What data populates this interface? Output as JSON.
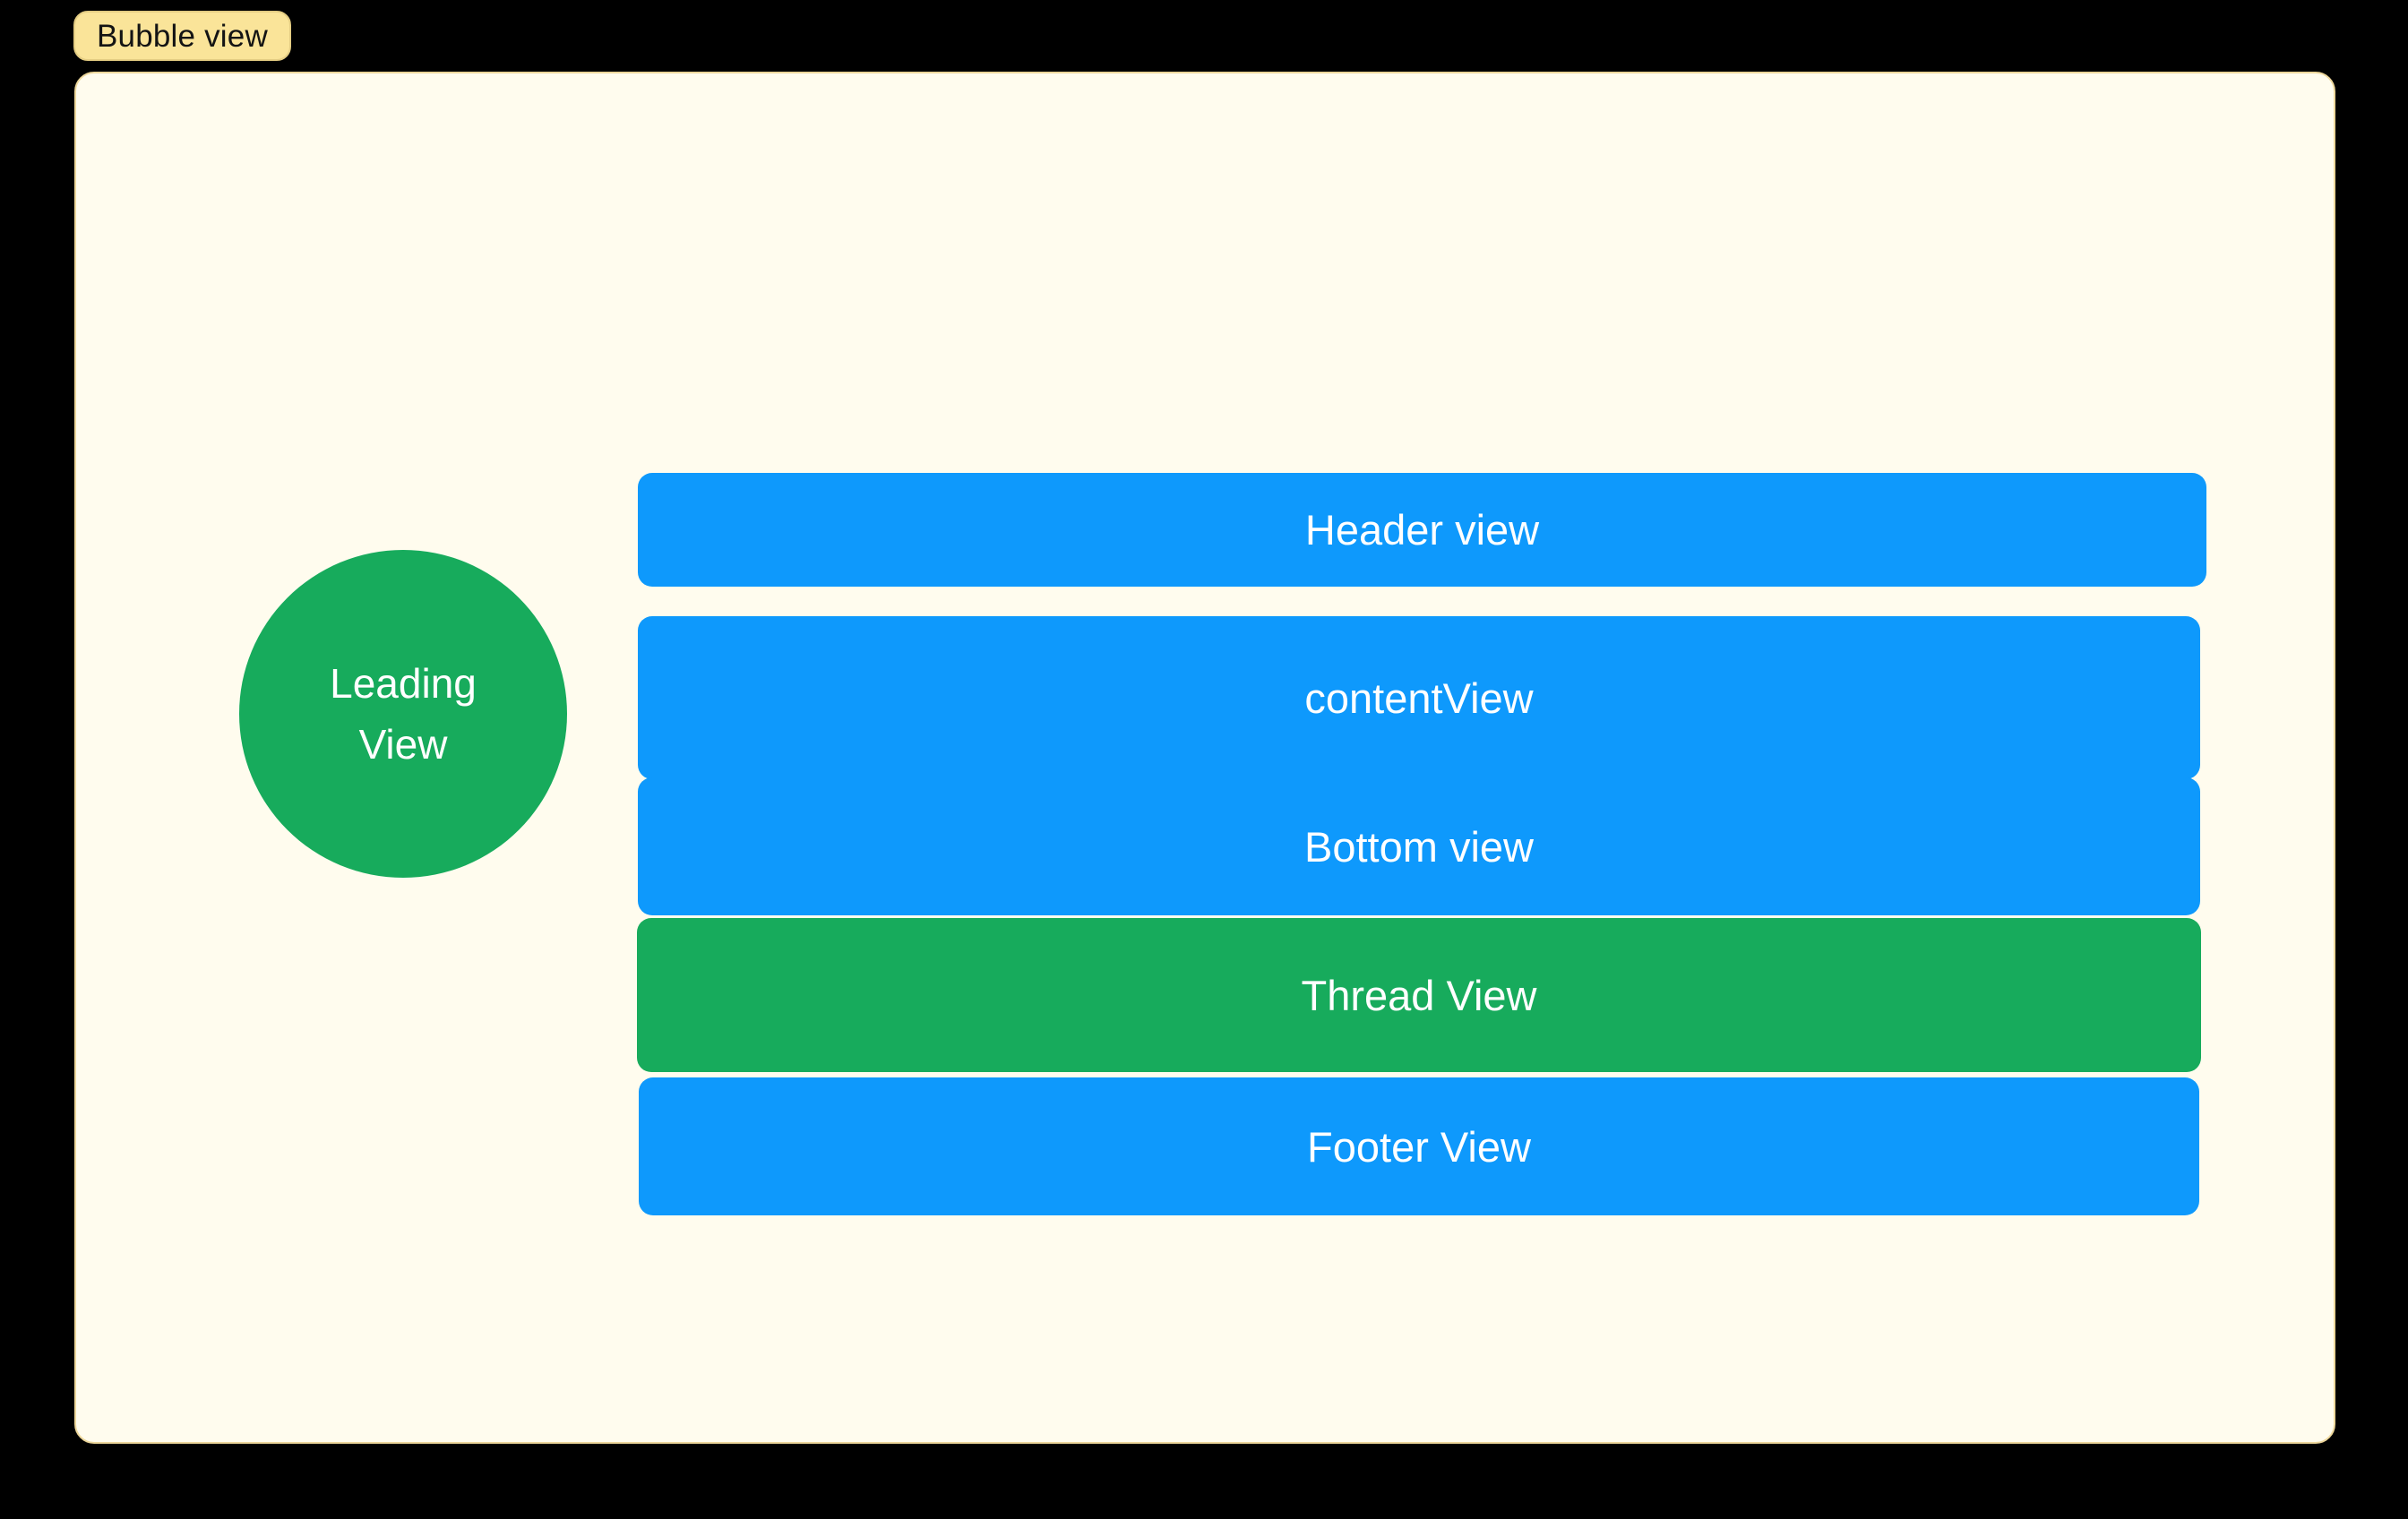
{
  "badge": {
    "label": "Bubble view"
  },
  "bubble": {
    "leading_circle": {
      "line1": "Leading",
      "line2": "View"
    },
    "views": [
      {
        "id": "header",
        "label": "Header view",
        "color": "blue"
      },
      {
        "id": "content",
        "label": "contentView",
        "color": "blue"
      },
      {
        "id": "bottom",
        "label": "Bottom view",
        "color": "blue"
      },
      {
        "id": "thread",
        "label": "Thread View",
        "color": "green"
      },
      {
        "id": "footer",
        "label": "Footer View",
        "color": "blue"
      }
    ]
  },
  "colors": {
    "background": "#000000",
    "container_bg": "#FFFCEE",
    "container_border": "#EDD79B",
    "badge_bg": "#FAE499",
    "badge_border": "#E4CD83",
    "badge_text": "#141414",
    "blue": "#0E99FC",
    "green": "#17AB5C",
    "label_text": "#FFFFFF"
  }
}
